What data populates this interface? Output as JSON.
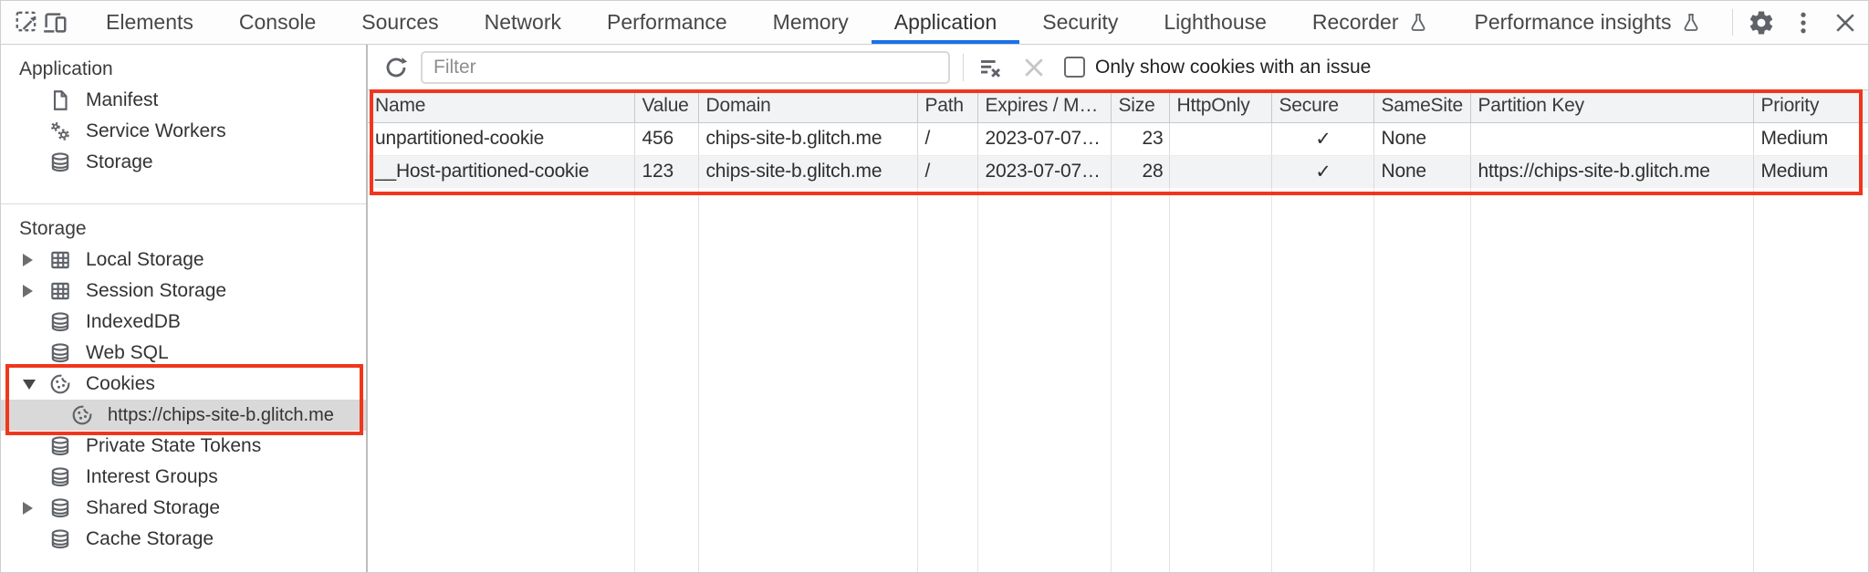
{
  "toolbar": {
    "tabs": [
      {
        "label": "Elements"
      },
      {
        "label": "Console"
      },
      {
        "label": "Sources"
      },
      {
        "label": "Network"
      },
      {
        "label": "Performance"
      },
      {
        "label": "Memory"
      },
      {
        "label": "Application",
        "selected": true
      },
      {
        "label": "Security"
      },
      {
        "label": "Lighthouse"
      },
      {
        "label": "Recorder",
        "flask": true
      },
      {
        "label": "Performance insights",
        "flask": true
      }
    ]
  },
  "sidebar": {
    "sections": [
      {
        "title": "Application",
        "items": [
          {
            "label": "Manifest",
            "icon": "document-icon"
          },
          {
            "label": "Service Workers",
            "icon": "service-workers-icon"
          },
          {
            "label": "Storage",
            "icon": "database-icon"
          }
        ]
      },
      {
        "title": "Storage",
        "items": [
          {
            "label": "Local Storage",
            "icon": "table-icon",
            "expandable": true
          },
          {
            "label": "Session Storage",
            "icon": "table-icon",
            "expandable": true
          },
          {
            "label": "IndexedDB",
            "icon": "database-icon"
          },
          {
            "label": "Web SQL",
            "icon": "database-icon"
          },
          {
            "label": "Cookies",
            "icon": "cookie-icon",
            "expanded": true,
            "highlighted": true
          },
          {
            "label": "https://chips-site-b.glitch.me",
            "icon": "cookie-icon",
            "child": true,
            "selected": true
          },
          {
            "label": "Private State Tokens",
            "icon": "database-icon"
          },
          {
            "label": "Interest Groups",
            "icon": "database-icon"
          },
          {
            "label": "Shared Storage",
            "icon": "database-icon",
            "expandable": true
          },
          {
            "label": "Cache Storage",
            "icon": "database-icon"
          }
        ]
      }
    ]
  },
  "filter_bar": {
    "placeholder": "Filter",
    "filter_value": "",
    "checkbox_label": "Only show cookies with an issue",
    "checkbox_checked": false
  },
  "cookie_table": {
    "columns": [
      "Name",
      "Value",
      "Domain",
      "Path",
      "Expires / M…",
      "Size",
      "HttpOnly",
      "Secure",
      "SameSite",
      "Partition Key",
      "Priority"
    ],
    "rows": [
      {
        "name": "unpartitioned-cookie",
        "value": "456",
        "domain": "chips-site-b.glitch.me",
        "path": "/",
        "expires": "2023-07-07…",
        "size": "23",
        "http_only": "",
        "secure": "✓",
        "same_site": "None",
        "partition_key": "",
        "priority": "Medium"
      },
      {
        "name": "__Host-partitioned-cookie",
        "value": "123",
        "domain": "chips-site-b.glitch.me",
        "path": "/",
        "expires": "2023-07-07…",
        "size": "28",
        "http_only": "",
        "secure": "✓",
        "same_site": "None",
        "partition_key": "https://chips-site-b.glitch.me",
        "priority": "Medium"
      }
    ]
  },
  "colors": {
    "highlight_red": "#f0361d",
    "tab_accent_blue": "#1a73e8",
    "selected_item_bg": "#d9d9d9",
    "table_header_bg": "#f1f3f4",
    "row_stripe_bg": "#f2f3f4",
    "icon_gray": "#5f6368"
  }
}
